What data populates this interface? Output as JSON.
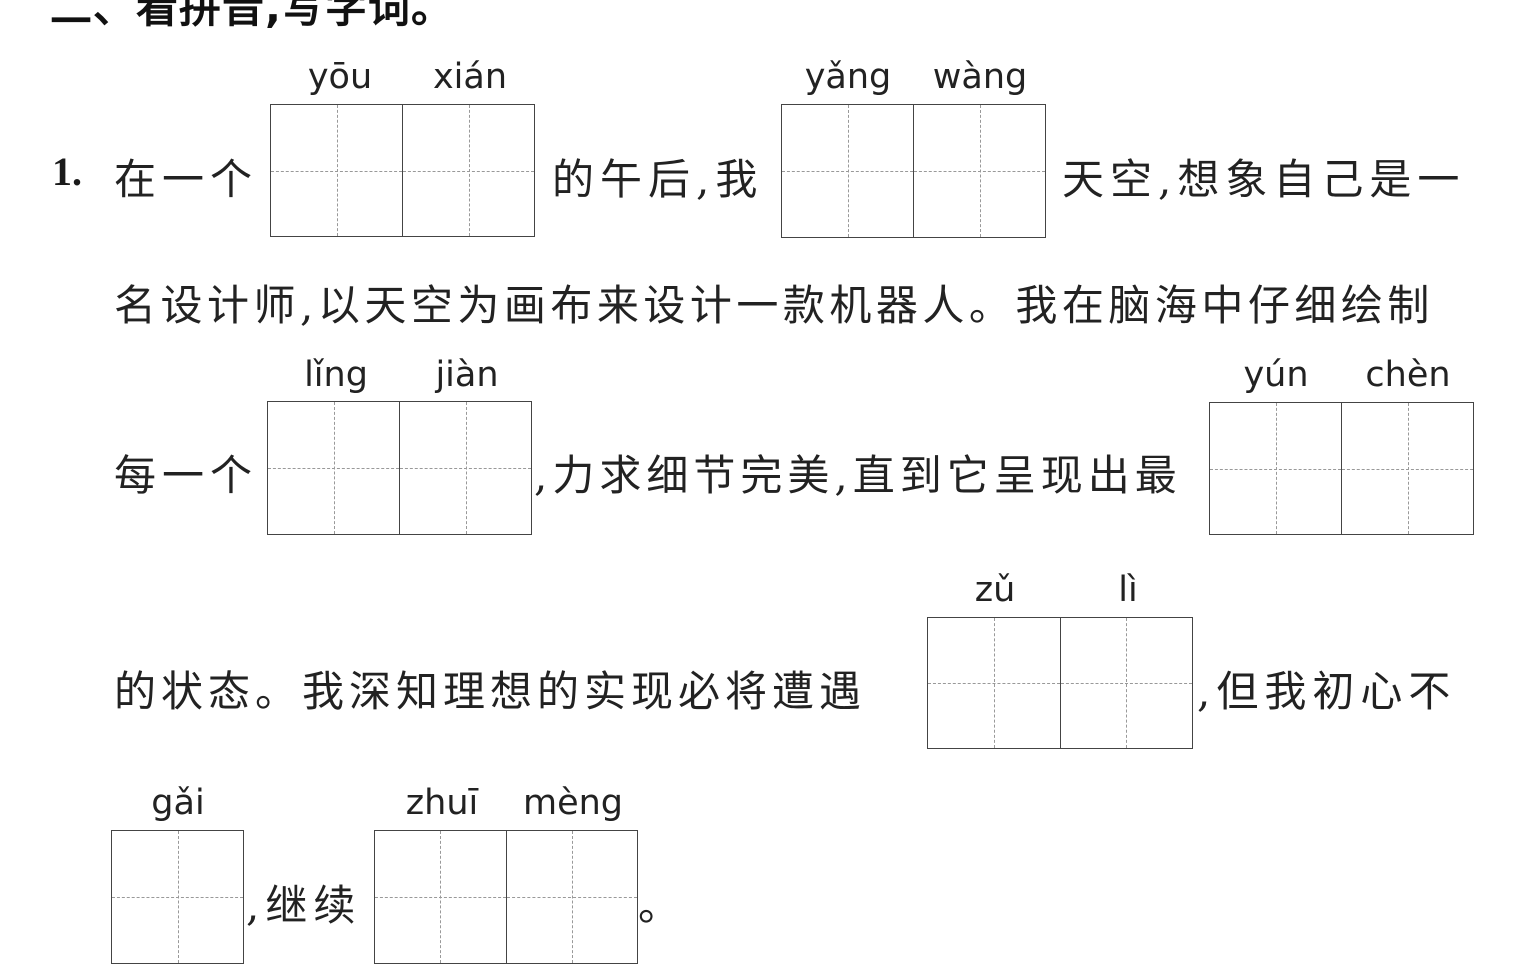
{
  "heading": "二、看拼音,写字词。",
  "question_number": "1.",
  "text": {
    "l1a": "在一个",
    "l1b": "的午后,我",
    "l1c": "天空,想象自己是一",
    "l2": "名设计师,以天空为画布来设计一款机器人。我在脑海中仔细绘制",
    "l3a": "每一个",
    "l3b": ",力求细节完美,直到它呈现出最",
    "l4a": "的状态。我深知理想的实现必将遭遇",
    "l4b": ",但我初心不",
    "l5a": ",继续",
    "l5b": "。"
  },
  "pinyin": {
    "you": "yōu",
    "xian": "xián",
    "yang": "yǎng",
    "wang": "wàng",
    "ling": "lǐng",
    "jian": "jiàn",
    "yun": "yún",
    "chen": "chèn",
    "zu": "zǔ",
    "li": "lì",
    "gai": "gǎi",
    "zhui": "zhuī",
    "meng": "mèng"
  }
}
